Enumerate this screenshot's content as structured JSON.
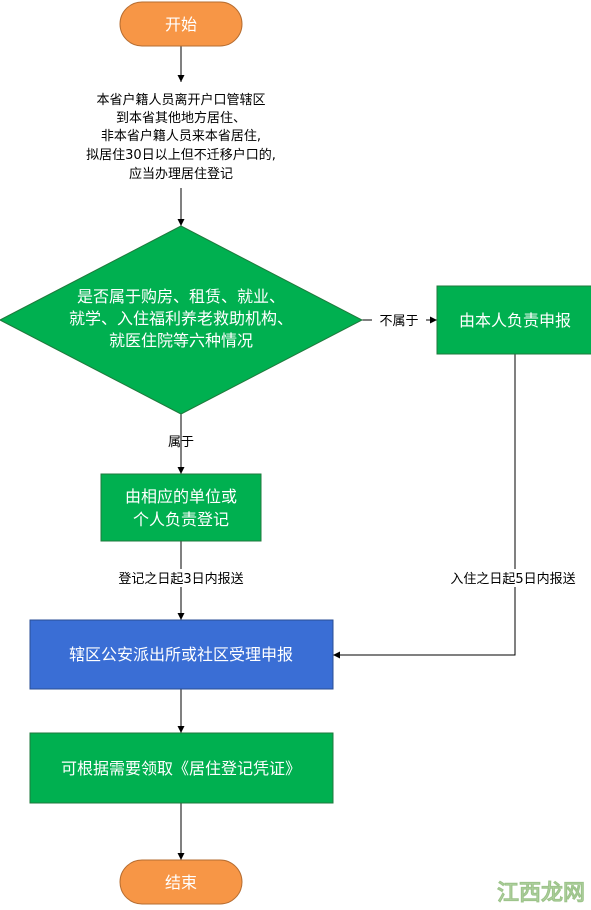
{
  "nodes": {
    "start": {
      "label": "开始"
    },
    "intro": {
      "lines": [
        "本省户籍人员离开户口管辖区",
        "到本省其他地方居住、",
        "非本省户籍人员来本省居住,",
        "拟居住30日以上但不迁移户口的,",
        "应当办理居住登记"
      ]
    },
    "decision": {
      "lines": [
        "是否属于购房、租赁、就业、",
        "就学、入住福利养老救助机构、",
        "就医住院等六种情况"
      ]
    },
    "self_report": {
      "label": "由本人负责申报"
    },
    "unit_register": {
      "lines": [
        "由相应的单位或",
        "个人负责登记"
      ]
    },
    "station": {
      "label": "辖区公安派出所或社区受理申报"
    },
    "certificate": {
      "label": "可根据需要领取《居住登记凭证》"
    },
    "end": {
      "label": "结束"
    }
  },
  "edges": {
    "not_belong": "不属于",
    "belong": "属于",
    "three_days": "登记之日起3日内报送",
    "five_days": "入住之日起5日内报送"
  },
  "watermark": {
    "text": "江西龙网"
  },
  "colors": {
    "terminal_fill": "#F79646",
    "terminal_stroke": "#B66D31",
    "process_fill": "#00B050",
    "process_stroke": "#1E7A3C",
    "blue_fill": "#3A6ED5",
    "blue_stroke": "#2A4E94",
    "line": "#000000"
  }
}
